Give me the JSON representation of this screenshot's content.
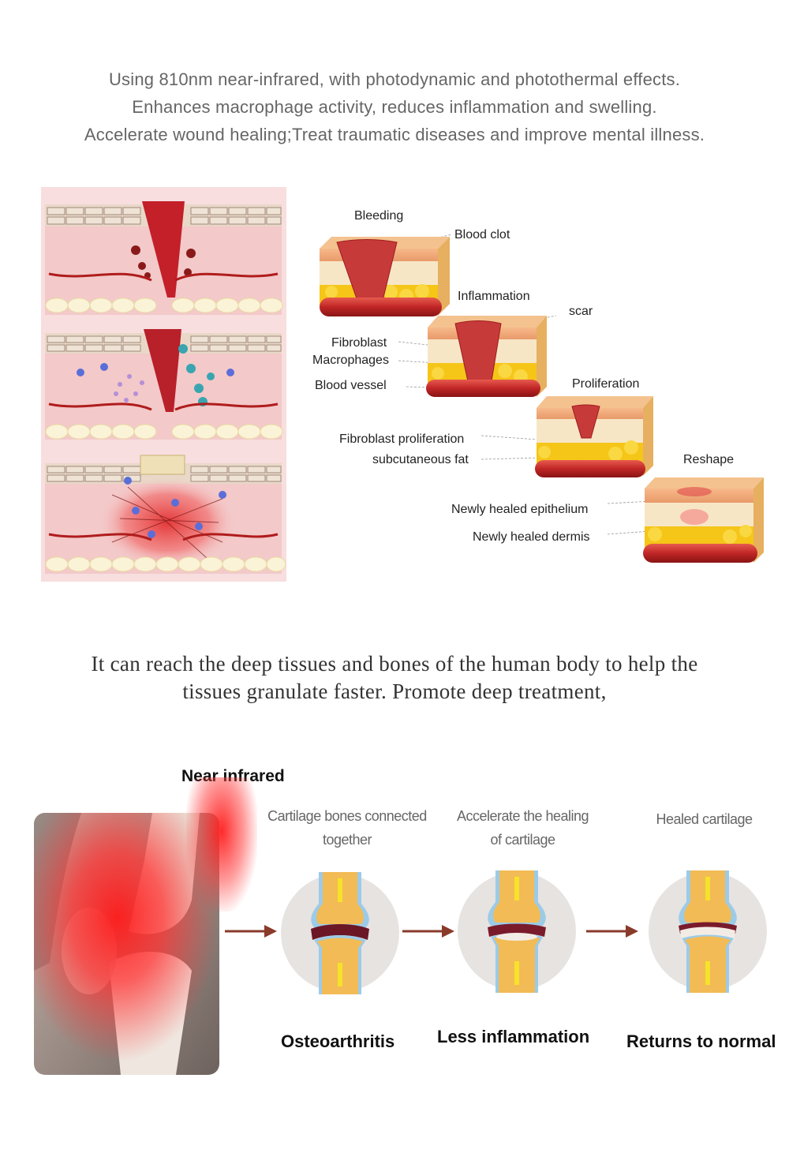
{
  "intro": {
    "line1": "Using 810nm near-infrared, with photodynamic and photothermal effects.",
    "line2": "Enhances macrophage activity, reduces inflammation and swelling.",
    "line3": "Accelerate wound healing;Treat traumatic diseases and improve mental illness."
  },
  "wound_diagram": {
    "stages": {
      "bleeding": "Bleeding",
      "inflammation": "Inflammation",
      "proliferation": "Proliferation",
      "reshape": "Reshape"
    },
    "labels": {
      "blood_clot": "Blood clot",
      "scar": "scar",
      "fibroblast": "Fibroblast",
      "macrophages": "Macrophages",
      "blood_vessel": "Blood vessel",
      "fibroblast_proliferation": "Fibroblast proliferation",
      "subcutaneous_fat": "subcutaneous fat",
      "newly_healed_epithelium": "Newly healed epithelium",
      "newly_healed_dermis": "Newly healed dermis"
    }
  },
  "deep": {
    "line1": "It can reach the deep tissues and bones of the human body to help the",
    "line2": "tissues granulate faster. Promote deep treatment,"
  },
  "joint": {
    "near_infrared": "Near infrared",
    "captions": {
      "c1_line1": "Cartilage bones connected",
      "c1_line2": "together",
      "c2_line1": "Accelerate the healing",
      "c2_line2": "of cartilage",
      "c3": "Healed cartilage"
    },
    "stages": {
      "osteoarthritis": "Osteoarthritis",
      "less_inflammation": "Less inflammation",
      "returns_to_normal": "Returns to normal"
    }
  },
  "colors": {
    "dermis_pink": "#f2c6c6",
    "blood_red": "#c0262a",
    "fat_yellow": "#f5c518",
    "arrow_brown": "#8a3a2a",
    "laser_red": "#ff2020"
  }
}
